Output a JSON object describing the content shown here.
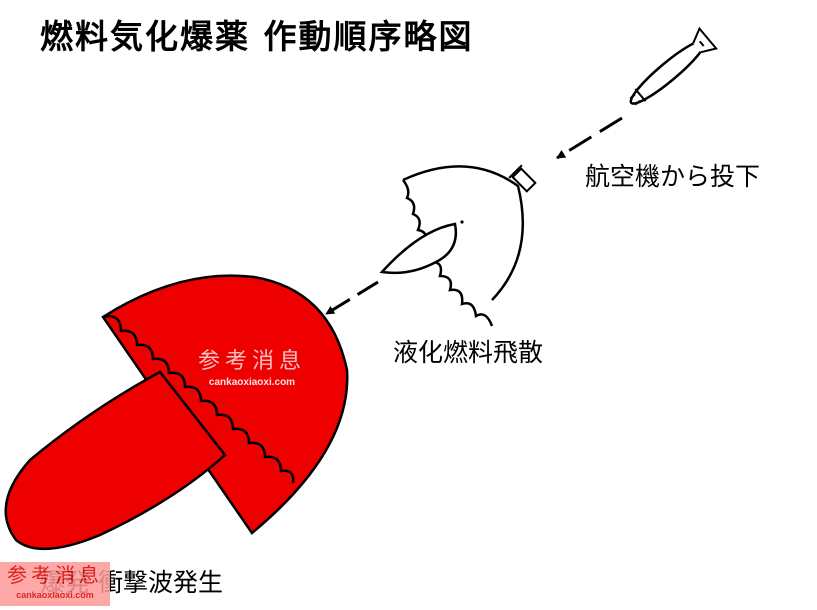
{
  "title": "燃料気化爆薬  作動順序略図",
  "labels": {
    "drop": "航空機から投下",
    "scatter": "液化燃料飛散",
    "blast": "爆発  衝撃波発生"
  },
  "watermark": {
    "text": "参考消息",
    "url": "cankaoxiaoxi.com"
  },
  "colors": {
    "fireball": "#ee0000",
    "line": "#000000",
    "background": "#ffffff"
  }
}
